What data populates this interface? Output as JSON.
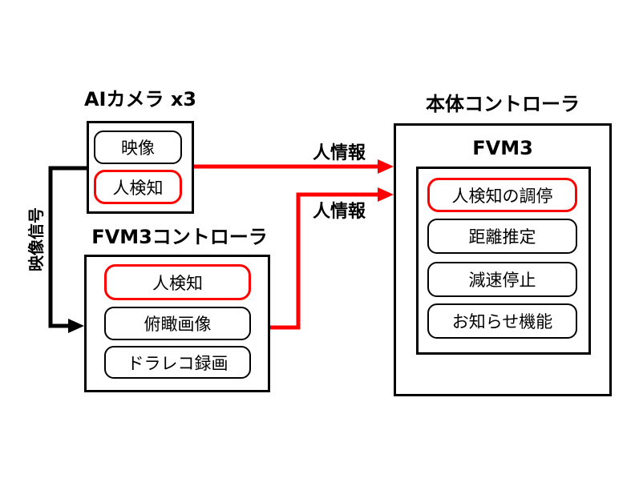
{
  "colors": {
    "background": "#ffffff",
    "line": "#000000",
    "accent_red": "#ff0000"
  },
  "ai_camera": {
    "title": "AIカメラ x3",
    "items": [
      {
        "label": "映像",
        "highlight": false
      },
      {
        "label": "人検知",
        "highlight": true
      }
    ]
  },
  "fvm3_controller": {
    "title": "FVM3コントローラ",
    "items": [
      {
        "label": "人検知",
        "highlight": true
      },
      {
        "label": "俯瞰画像",
        "highlight": false
      },
      {
        "label": "ドラレコ録画",
        "highlight": false
      }
    ]
  },
  "main_controller": {
    "title": "本体コントローラ",
    "subsystem_label": "FVM3",
    "items": [
      {
        "label": "人検知の調停",
        "highlight": true
      },
      {
        "label": "距離推定",
        "highlight": false
      },
      {
        "label": "減速停止",
        "highlight": false
      },
      {
        "label": "お知らせ機能",
        "highlight": false
      }
    ]
  },
  "edges": {
    "video_signal": {
      "label": "映像信号",
      "color": "#000000"
    },
    "person_info_top": {
      "label": "人情報",
      "color": "#ff0000"
    },
    "person_info_bottom": {
      "label": "人情報",
      "color": "#ff0000"
    }
  }
}
